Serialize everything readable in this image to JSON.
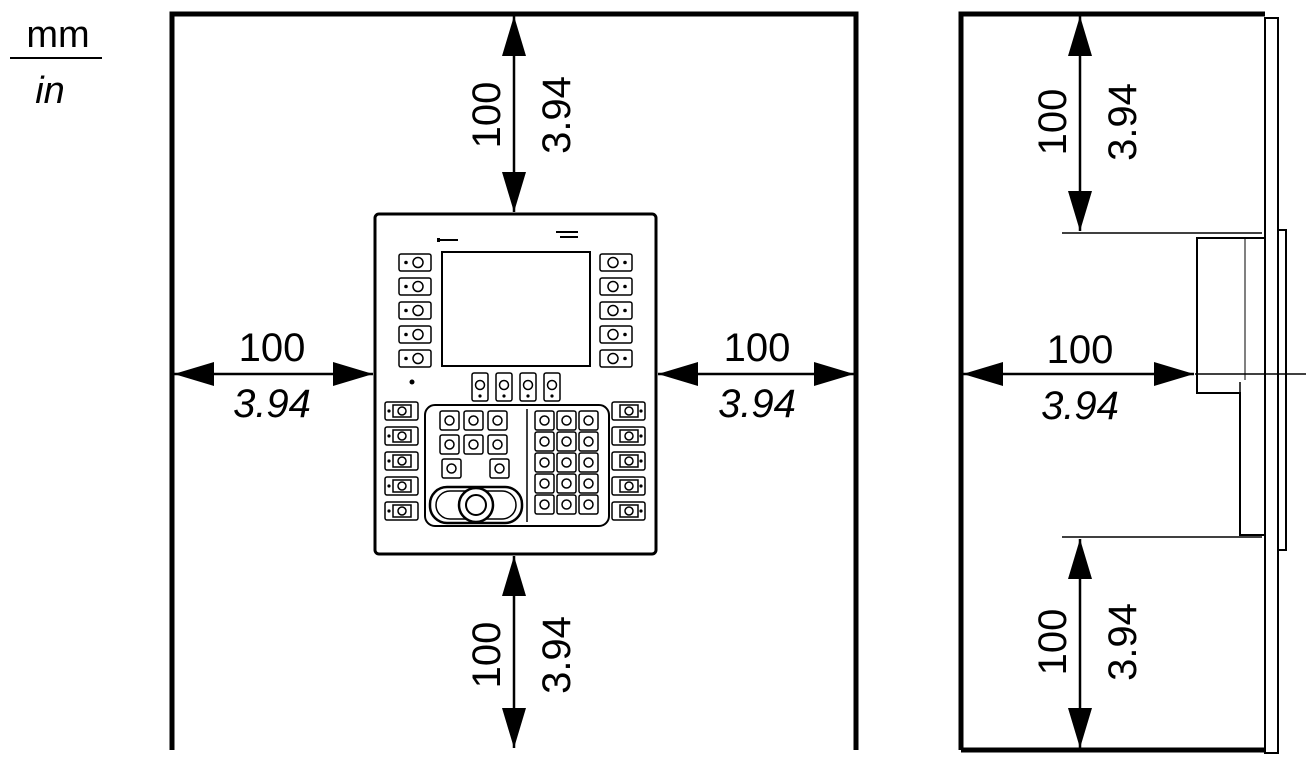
{
  "units": {
    "top": "mm",
    "bottom": "in"
  },
  "front_view": {
    "clearances": {
      "top": {
        "mm": "100",
        "in": "3.94"
      },
      "bottom": {
        "mm": "100",
        "in": "3.94"
      },
      "left": {
        "mm": "100",
        "in": "3.94"
      },
      "right": {
        "mm": "100",
        "in": "3.94"
      }
    }
  },
  "side_view": {
    "clearances": {
      "top": {
        "mm": "100",
        "in": "3.94"
      },
      "bottom": {
        "mm": "100",
        "in": "3.94"
      },
      "left": {
        "mm": "100",
        "in": "3.94"
      }
    }
  },
  "colors": {
    "line": "#000000",
    "background": "#ffffff"
  }
}
